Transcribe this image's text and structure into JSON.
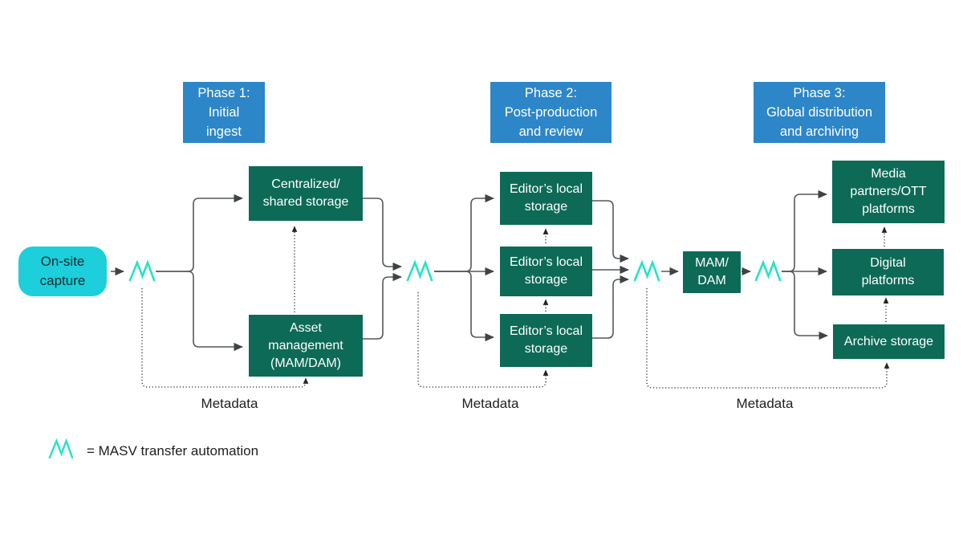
{
  "phases": [
    {
      "label": "Phase 1:\nInitial\ningest"
    },
    {
      "label": "Phase 2:\nPost-production\nand review"
    },
    {
      "label": "Phase 3:\nGlobal distribution\nand archiving"
    }
  ],
  "nodes": {
    "capture": "On-site\ncapture",
    "centralized_storage": "Centralized/\nshared storage",
    "asset_management": "Asset\nmanagement\n(MAM/DAM)",
    "editor_storage_1": "Editor’s local\nstorage",
    "editor_storage_2": "Editor’s local\nstorage",
    "editor_storage_3": "Editor’s local\nstorage",
    "mam_dam": "MAM/\nDAM",
    "media_partners": "Media\npartners/OTT\nplatforms",
    "digital_platforms": "Digital\nplatforms",
    "archive_storage": "Archive storage"
  },
  "metadata_labels": [
    "Metadata",
    "Metadata",
    "Metadata"
  ],
  "legend": {
    "icon": "masv-zigzag-icon",
    "text": "= MASV transfer automation"
  },
  "colors": {
    "phase_header_bg": "#2d86c8",
    "node_bg": "#0d6a57",
    "capture_bg": "#1ccfdb",
    "masv_teal": "#2de2c5",
    "connector": "#54585a",
    "dotted_line": "#242424"
  }
}
